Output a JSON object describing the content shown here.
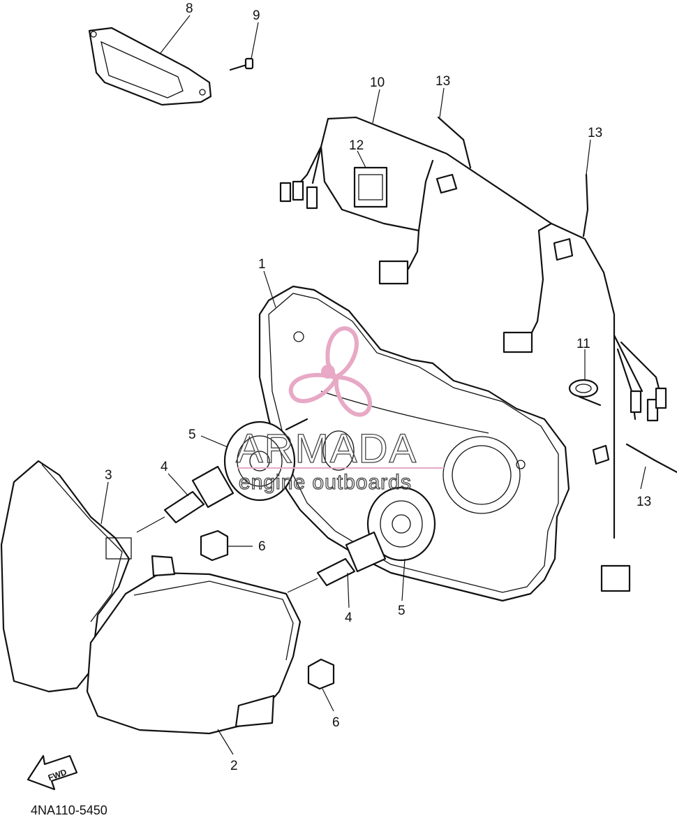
{
  "diagram": {
    "code": "4NA110-5450",
    "fwd_label": "FWD",
    "watermark": {
      "brand": "ARMADA",
      "tagline": "engine outboards",
      "accent_color": "#e7a9c6"
    },
    "callouts": {
      "c1": "1",
      "c2": "2",
      "c3": "3",
      "c4a": "4",
      "c4b": "4",
      "c5a": "5",
      "c5b": "5",
      "c6a": "6",
      "c6b": "6",
      "c8": "8",
      "c9": "9",
      "c10": "10",
      "c11": "11",
      "c12": "12",
      "c13a": "13",
      "c13b": "13",
      "c13c": "13"
    }
  }
}
